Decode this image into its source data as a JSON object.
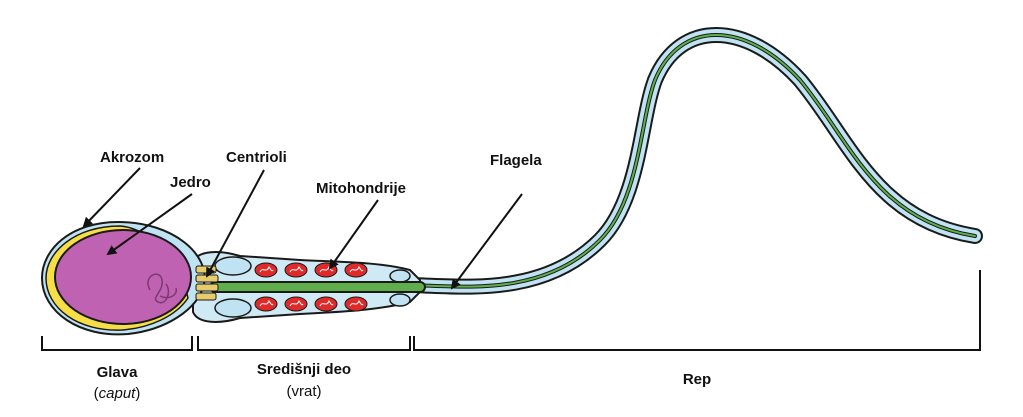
{
  "labels": {
    "acrosome": "Akrozom",
    "nucleus": "Jedro",
    "centrioles": "Centrioli",
    "mitochondria": "Mitohondrije",
    "flagellum": "Flagela"
  },
  "sections": {
    "head": {
      "name": "Glava",
      "latin_open": "(",
      "latin": "caput",
      "latin_close": ")"
    },
    "midpiece": {
      "name": "Središnji deo",
      "alt": "(vrat)"
    },
    "tail": {
      "name": "Rep"
    }
  },
  "colors": {
    "outline": "#1a1a1a",
    "cell_membrane": "#bfe3f2",
    "acrosome": "#f6df46",
    "nucleus": "#c062b2",
    "centrioles": "#e6cc6a",
    "mitochondria": "#e02a2a",
    "axoneme": "#5fae4b",
    "midpiece_fill": "#cfe9f5"
  }
}
